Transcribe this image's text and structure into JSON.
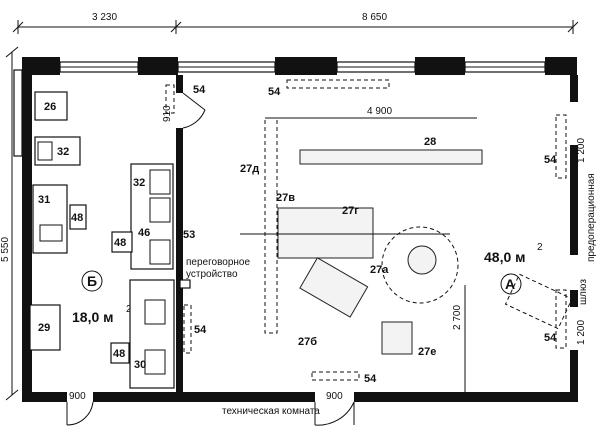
{
  "dimensions": {
    "top_left_width": "3 230",
    "top_right_width": "8 650",
    "left_height": "5 550",
    "door_left": "900",
    "door_bottom": "900",
    "inner_2700": "2 700",
    "inner_4900": "4 900",
    "inner_910": "910",
    "right_1200_top": "1 200",
    "right_1200_bottom": "1 200"
  },
  "rooms": {
    "room_b_letter": "Б",
    "room_b_area": "18,0 м",
    "room_b_area_sup": "2",
    "room_a_letter": "А",
    "room_a_area": "48,0 м",
    "room_a_area_sup": "2"
  },
  "labels": {
    "intercom_line1": "переговорное",
    "intercom_line2": "устройство",
    "tech_room": "техническая комната",
    "preop": "предоперационная",
    "sluice": "шлюз"
  },
  "items": {
    "n26": "26",
    "n32a": "32",
    "n31": "31",
    "n48a": "48",
    "n32b": "32",
    "n46": "46",
    "n48b": "48",
    "n53": "53",
    "n29": "29",
    "n48c": "48",
    "n30": "30",
    "n54_top_left": "54",
    "n54_top": "54",
    "n54_mid_left": "54",
    "n54_bottom": "54",
    "n54_right_top": "54",
    "n54_right_bottom": "54",
    "n28": "28",
    "n27d": "27д",
    "n27v": "27в",
    "n27g": "27г",
    "n27a": "27а",
    "n27b": "27б",
    "n27e": "27е"
  }
}
